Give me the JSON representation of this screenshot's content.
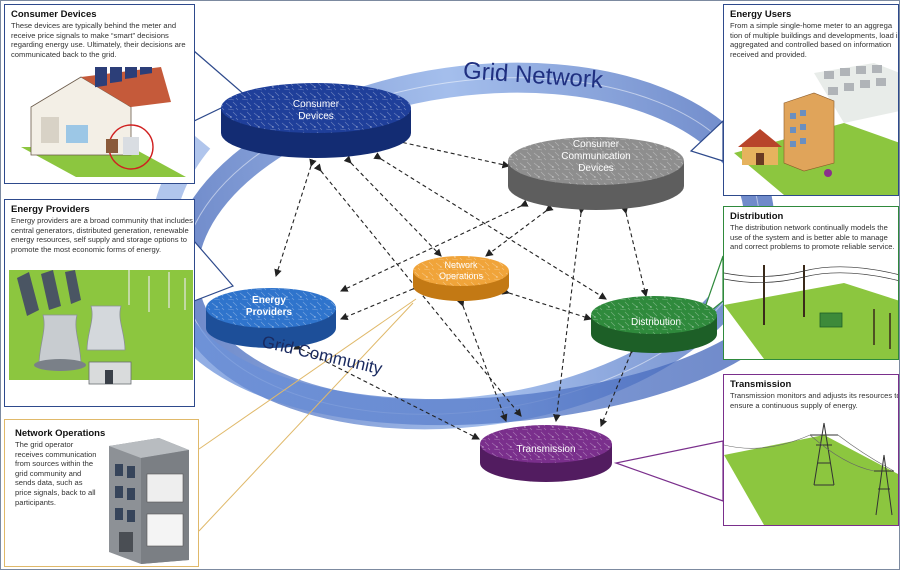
{
  "title": "Grid Network",
  "subtitle": "Grid Community",
  "nodes": {
    "consumer_devices": {
      "label": "Consumer Devices",
      "color": "#1f3f9a"
    },
    "consumer_comm": {
      "label": "Consumer Communication Devices",
      "color": "#8e8e8e"
    },
    "network_ops": {
      "label": "Network Operations",
      "color": "#f0a43a"
    },
    "energy_providers": {
      "label": "Energy Providers",
      "color": "#2f74cc"
    },
    "distribution": {
      "label": "Distribution",
      "color": "#2f8a3c"
    },
    "transmission": {
      "label": "Transmission",
      "color": "#7a2f8c"
    }
  },
  "panels": {
    "consumer_devices": {
      "title": "Consumer Devices",
      "text": "These devices are typically behind the meter and receive price signals to make “smart” decisions regarding energy use. Ultimately, their decisions are communicated back to the grid."
    },
    "energy_providers": {
      "title": "Energy Providers",
      "text": "Energy providers are a broad community that includes central generators, distributed generation, renewable energy resources, self supply and storage options to promote the most economic forms of energy."
    },
    "network_ops": {
      "title": "Network Operations",
      "text": "The grid operator receives communication from sources within the grid community and sends data, such as price signals, back to all participants."
    },
    "energy_users": {
      "title": "Energy Users",
      "text": "From a simple single-home meter to an aggrega tion of multiple buildings and developments, load is aggregated and controlled based on information received and provided."
    },
    "distribution": {
      "title": "Distribution",
      "text": "The distribution network continually models the use of the system and is better able to manage and correct problems to promote reliable service."
    },
    "transmission": {
      "title": "Transmission",
      "text": "Transmission monitors and adjusts its resources to ensure a continuous supply of energy."
    }
  },
  "colors": {
    "ring": "#5b86d6",
    "ring_dark": "#3f63b8",
    "grass": "#8cc63f",
    "callout_blue": "#2e4a8c",
    "callout_green": "#2f8a3c",
    "callout_purple": "#7a2f8c",
    "callout_orange": "#e0b96a"
  }
}
